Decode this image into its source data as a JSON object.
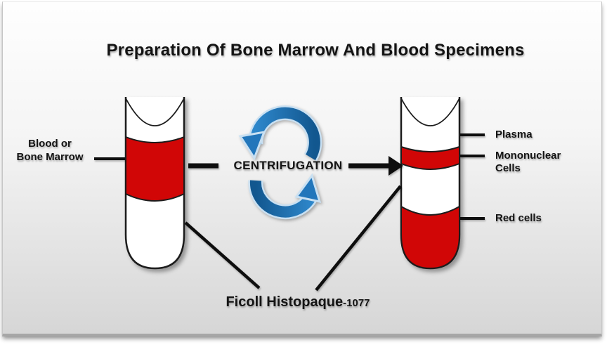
{
  "title": "Preparation Of Bone Marrow And Blood Specimens",
  "left_tube_label": {
    "line1": "Blood or",
    "line2": "Bone Marrow"
  },
  "process": {
    "label": "CENTRIFUGATION",
    "icon": "cycle-arrows"
  },
  "right_tube_labels": {
    "plasma": "Plasma",
    "mononuclear_line1": "Mononuclear",
    "mononuclear_line2": "Cells",
    "red_cells": "Red cells"
  },
  "reagent": {
    "name": "Ficoll Histopaque",
    "grade": "-1077"
  },
  "colors": {
    "blood_red": "#d10606",
    "tube_white": "#ffffff",
    "outline_dark": "#1c1c1c",
    "line_black": "#0e0e0e",
    "arrow_blue": "#2276bb",
    "arrow_blue_dark": "#12578f",
    "arrow_blue_light": "#2e87cb",
    "arrow_outline": "#c9e0f2"
  }
}
